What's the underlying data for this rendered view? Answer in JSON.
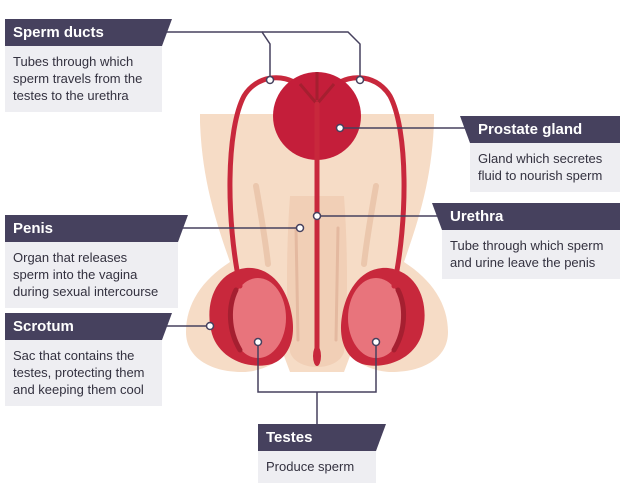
{
  "labels": {
    "sperm_ducts": {
      "title": "Sperm ducts",
      "desc": [
        "Tubes through which",
        "sperm travels from the",
        "testes to the urethra"
      ]
    },
    "prostate_gland": {
      "title": "Prostate gland",
      "desc": [
        "Gland which secretes",
        "fluid to nourish sperm"
      ]
    },
    "penis": {
      "title": "Penis",
      "desc": [
        "Organ that releases",
        "sperm into the vagina",
        "during sexual intercourse"
      ]
    },
    "urethra": {
      "title": "Urethra",
      "desc": [
        "Tube through which sperm",
        "and urine leave the penis"
      ]
    },
    "scrotum": {
      "title": "Scrotum",
      "desc": [
        "Sac that contains the",
        "testes, protecting them",
        "and keeping them cool"
      ]
    },
    "testes": {
      "title": "Testes",
      "desc": [
        "Produce sperm"
      ]
    }
  },
  "colors": {
    "skin": "#f6dcc6",
    "skin_shade": "#ebc7ad",
    "organ_red": "#c8283c",
    "prostate": "#c41e3a",
    "testis_pink": "#e8747c",
    "label_dark": "#46415e",
    "label_light": "#eeeef2",
    "leader_line": "#46415e"
  }
}
